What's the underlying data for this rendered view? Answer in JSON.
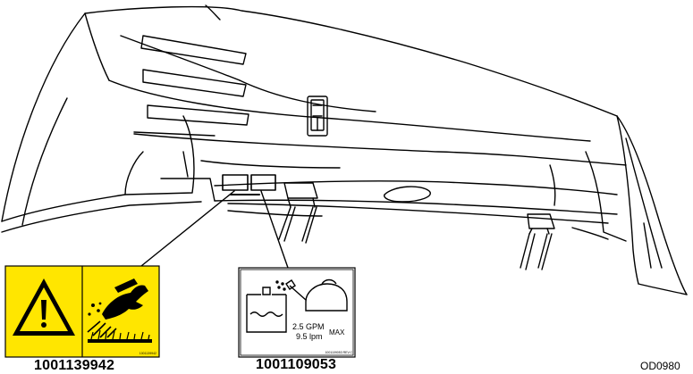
{
  "decals": {
    "warning": {
      "part_number": "1001139942",
      "small_code": "1001139942",
      "icons": [
        "warning-triangle-icon",
        "chemical-burn-hand-icon"
      ],
      "background_color": "#FFE600"
    },
    "flow": {
      "part_number": "1001109053",
      "rate_gpm": "2.5 GPM",
      "rate_lpm": "9.5 lpm",
      "max_label": "MAX",
      "small_code": "1001109053 REV.C",
      "icons": [
        "tank-icon",
        "watering-can-icon"
      ]
    }
  },
  "figure_reference": "OD0980",
  "colors": {
    "line": "#000000",
    "warning_yellow": "#FFE600"
  }
}
